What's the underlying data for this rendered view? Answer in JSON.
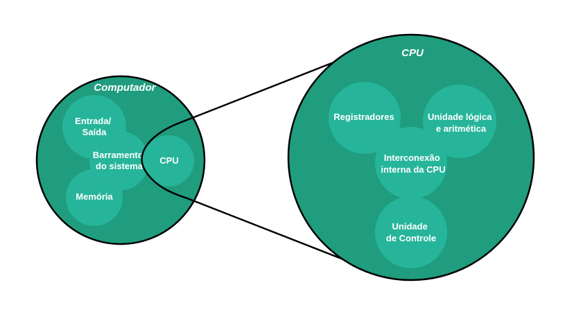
{
  "colors": {
    "outer_fill": "#1f9d7e",
    "inner_fill": "#26b59a",
    "outline": "#000000"
  },
  "computer": {
    "title": "Computador",
    "entrada_saida": [
      "Entrada/",
      "Saída"
    ],
    "barramento": [
      "Barramento",
      "do sistema"
    ],
    "memoria": "Memória",
    "cpu": "CPU"
  },
  "cpu_detail": {
    "title": "CPU",
    "registradores": "Registradores",
    "ula": [
      "Unidade lógica",
      "e aritmética"
    ],
    "interconexao": [
      "Interconexão",
      "interna da CPU"
    ],
    "controle": [
      "Unidade",
      "de Controle"
    ]
  }
}
